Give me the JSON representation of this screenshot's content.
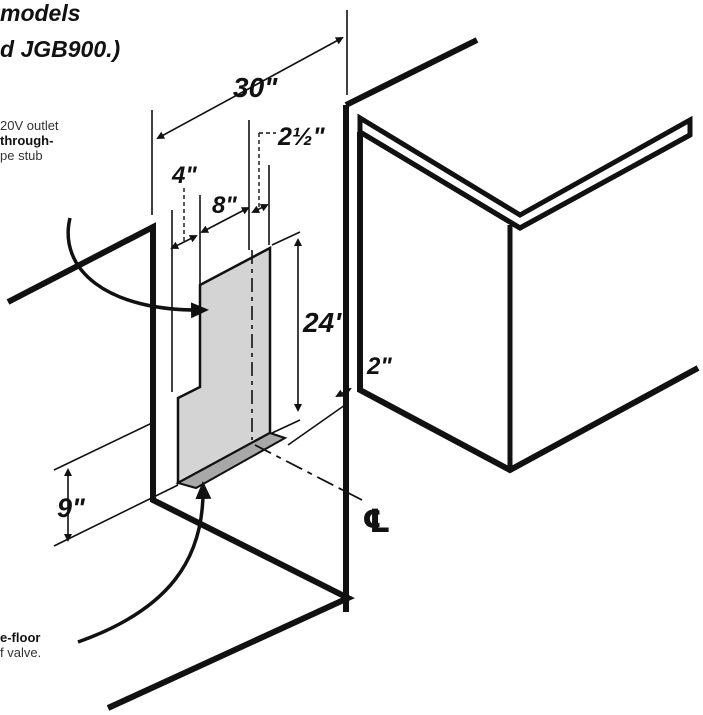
{
  "heading": {
    "line1": "models",
    "line2": "d JGB900.)"
  },
  "notes": {
    "top_line1": "20V outlet",
    "top_line2": "through-",
    "top_line3": "pe stub",
    "bottom_line1": "e-floor",
    "bottom_line2": "f valve."
  },
  "dimensions": {
    "total_width": "30\"",
    "offset": "2½\"",
    "left_margin": "4\"",
    "zone_width": "8\"",
    "zone_height": "24\"",
    "side_gap": "2\"",
    "floor_height": "9\""
  },
  "centerline_symbol": "℄",
  "colors": {
    "line": "#111111",
    "zone_fill": "#d4d4d4",
    "zone_bottom": "#a8a8a8"
  }
}
